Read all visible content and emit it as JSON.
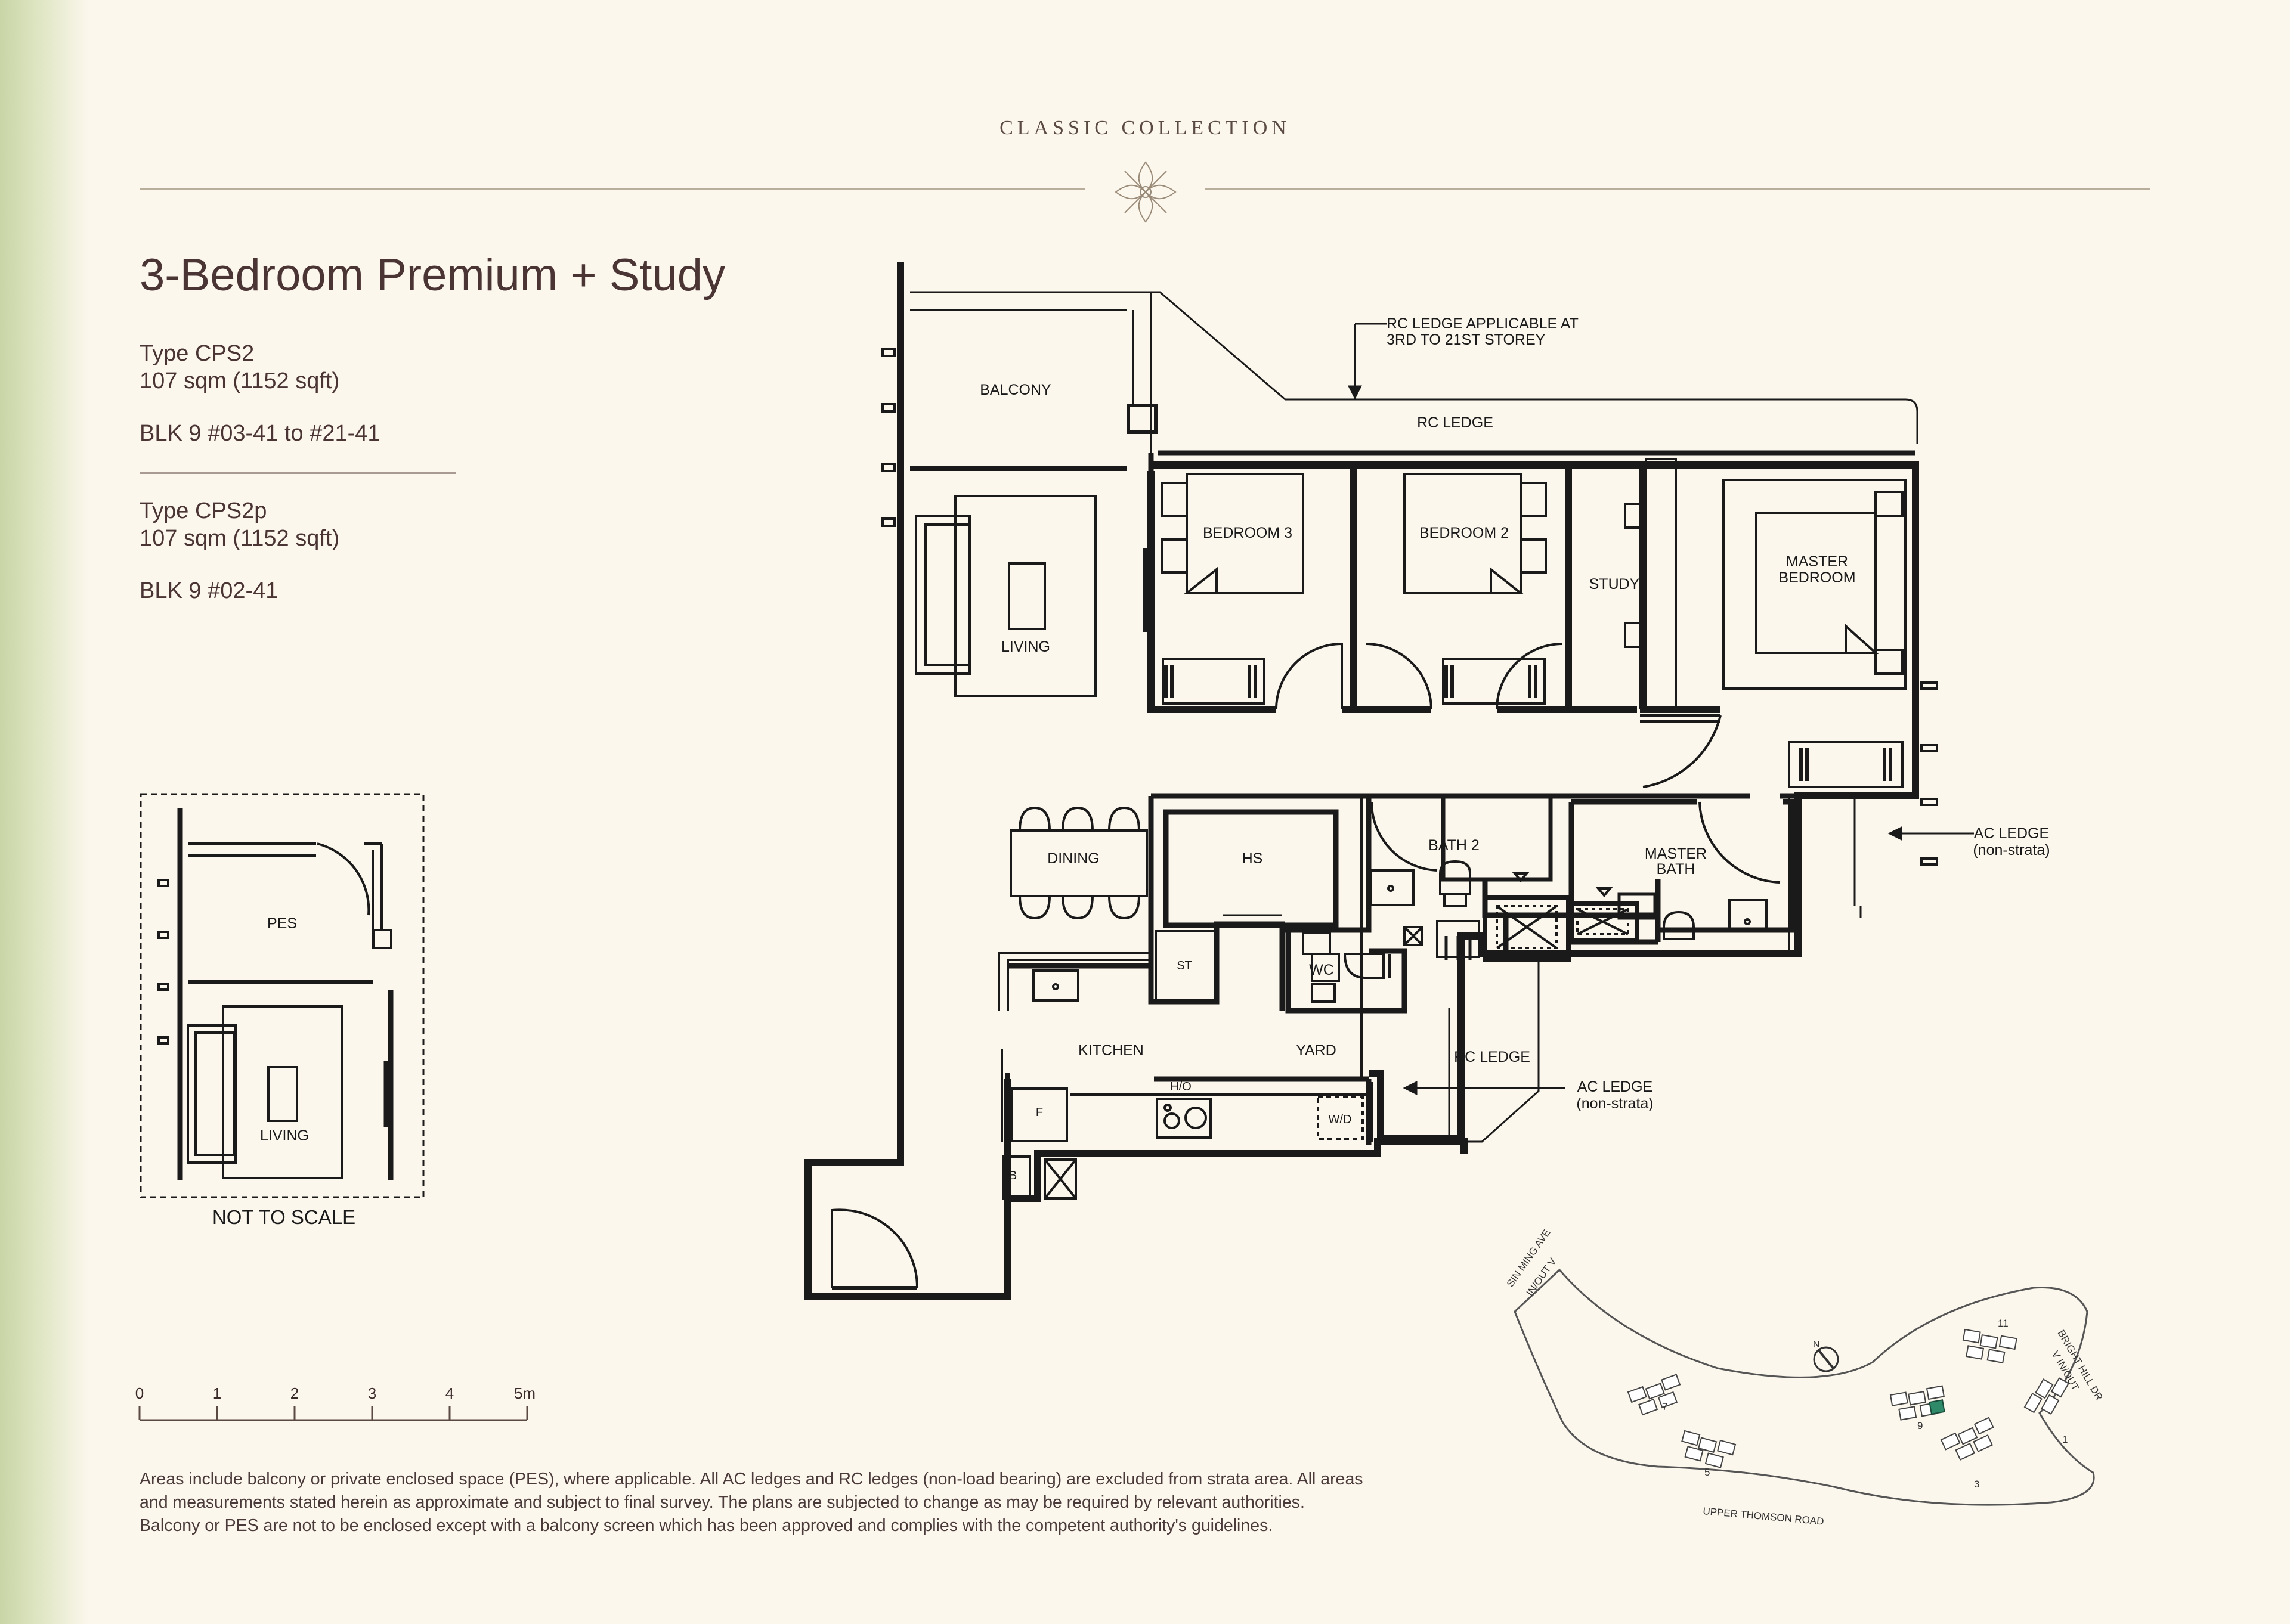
{
  "header": {
    "brand": "CLASSIC COLLECTION"
  },
  "unit": {
    "title": "3-Bedroom Premium + Study",
    "type_a": {
      "name": "Type CPS2",
      "area": "107 sqm (1152 sqft)",
      "units": "BLK 9 #03-41 to #21-41"
    },
    "type_b": {
      "name": "Type CPS2p",
      "area": "107 sqm (1152 sqft)",
      "units": "BLK 9 #02-41"
    }
  },
  "rooms": {
    "balcony": "BALCONY",
    "living": "LIVING",
    "bedroom3": "BEDROOM 3",
    "bedroom2": "BEDROOM 2",
    "study": "STUDY",
    "master_bedroom_1": "MASTER",
    "master_bedroom_2": "BEDROOM",
    "dining": "DINING",
    "hs": "HS",
    "st": "ST",
    "wc": "WC",
    "bath2": "BATH 2",
    "master_bath_1": "MASTER",
    "master_bath_2": "BATH",
    "kitchen": "KITCHEN",
    "yard": "YARD",
    "ho": "H/O",
    "f": "F",
    "wd": "W/D",
    "db": "DB"
  },
  "annotations": {
    "rc_ledge": "RC LEDGE",
    "rc_ledge_note_1": "RC LEDGE APPLICABLE AT",
    "rc_ledge_note_2": "3RD TO 21ST STOREY",
    "ac_ledge": "AC LEDGE",
    "non_strata": "(non-strata)",
    "rc_ledge_lower": "RC LEDGE"
  },
  "inset": {
    "pes": "PES",
    "living": "LIVING",
    "not_to_scale": "NOT TO SCALE"
  },
  "scale": {
    "ticks": [
      "0",
      "1",
      "2",
      "3",
      "4",
      "5m"
    ]
  },
  "site_plan": {
    "sin_ming_1": "SIN MING AVE",
    "sin_ming_2": "IN/OUT V",
    "bright_hill_1": "BRIGHT HILL DR",
    "bright_hill_2": "V IN/OUT",
    "upper_thomson": "UPPER THOMSON ROAD",
    "north": "N",
    "blocks": [
      "1",
      "3",
      "5",
      "7",
      "9",
      "11"
    ],
    "highlight_color": "#2f8a6a"
  },
  "disclaimer": [
    "Areas include balcony or private enclosed space (PES), where applicable. All AC ledges and RC ledges (non-load bearing) are excluded from strata area. All areas",
    "and measurements stated herein as approximate and subject to final survey. The plans are subjected to change as may be required by relevant authorities.",
    "Balcony or PES are not to be enclosed except with a balcony screen which has been approved and complies with the competent authority's guidelines."
  ]
}
